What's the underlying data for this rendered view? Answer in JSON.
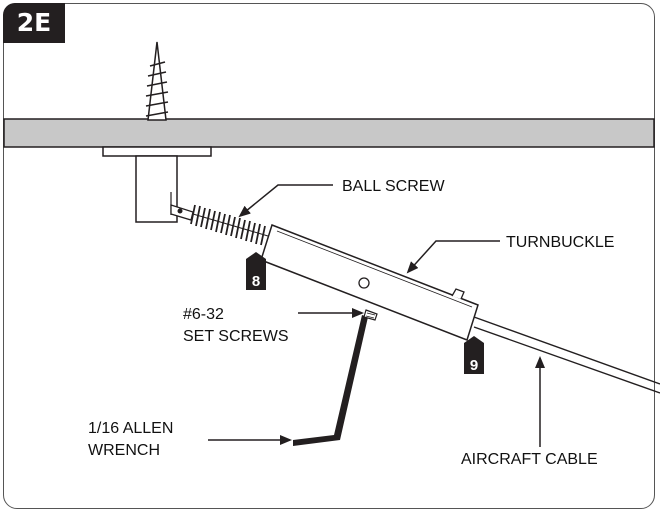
{
  "figure": {
    "step_badge": "2E",
    "labels": {
      "ball_screw": "BALL SCREW",
      "turnbuckle": "TURNBUCKLE",
      "set_screws_line1": "#6-32",
      "set_screws_line2": "SET SCREWS",
      "allen_wrench_line1": "1/16 ALLEN",
      "allen_wrench_line2": "WRENCH",
      "aircraft_cable": "AIRCRAFT CABLE"
    },
    "tags": {
      "tag_8": "8",
      "tag_9": "9"
    },
    "colors": {
      "beam": "#c8c8c8",
      "ink": "#231f20",
      "paper": "#ffffff"
    }
  }
}
